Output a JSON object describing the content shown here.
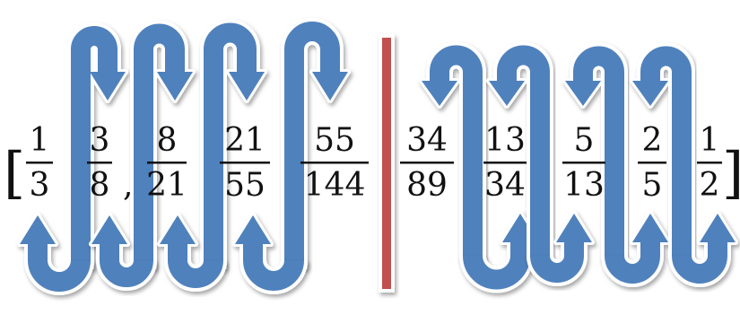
{
  "open_bracket": "[",
  "close_bracket": "]",
  "comma": ",",
  "fractions": [
    {
      "num": "1",
      "den": "3"
    },
    {
      "num": "3",
      "den": "8"
    },
    {
      "num": "8",
      "den": "21"
    },
    {
      "num": "21",
      "den": "55"
    },
    {
      "num": "55",
      "den": "144"
    },
    {
      "num": "34",
      "den": "89"
    },
    {
      "num": "13",
      "den": "34"
    },
    {
      "num": "5",
      "den": "13"
    },
    {
      "num": "2",
      "den": "5"
    },
    {
      "num": "1",
      "den": "2"
    }
  ],
  "colors": {
    "arrow_fill": "#4f81bd",
    "arrow_outline": "#ffffff",
    "shadow": "#bdbdbd",
    "divider": "#c0504d",
    "text": "#111111"
  }
}
